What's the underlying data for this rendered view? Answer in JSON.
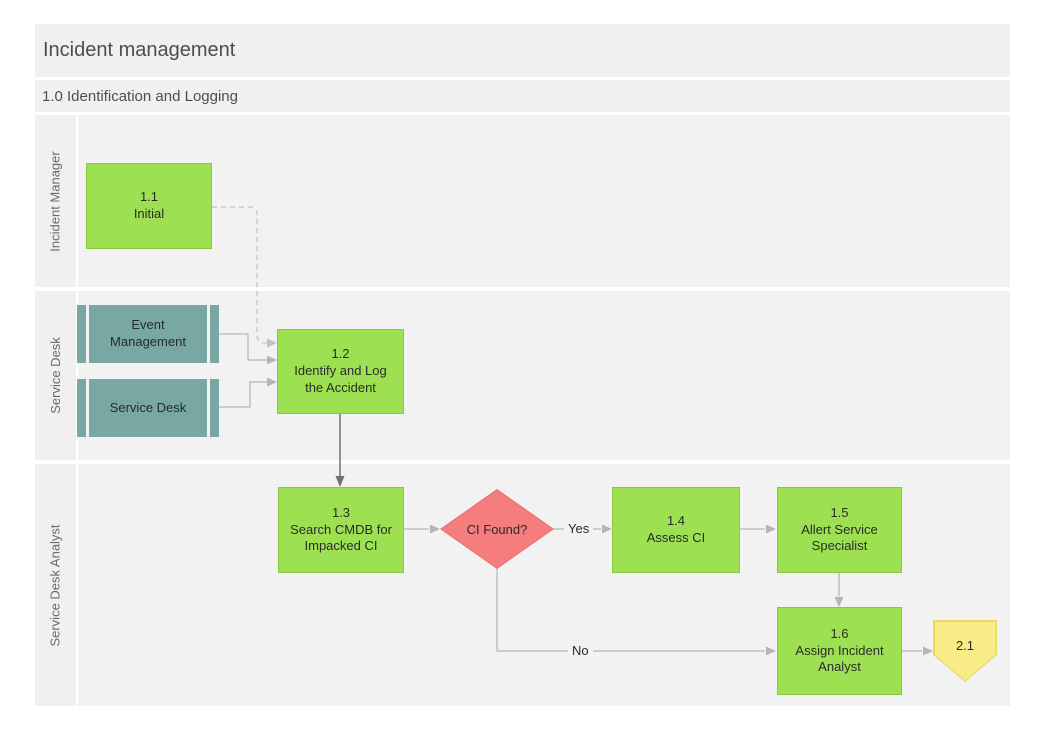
{
  "header": {
    "title": "Incident management",
    "subtitle": "1.0 Identification and Logging"
  },
  "lanes": [
    {
      "label": "Incident Manager"
    },
    {
      "label": "Service Desk"
    },
    {
      "label": "Service Desk Analyst"
    }
  ],
  "nodes": {
    "initial": {
      "id": "1.1",
      "label": "Initial"
    },
    "event_mgmt": {
      "label": "Event Management"
    },
    "service_desk": {
      "label": "Service Desk"
    },
    "identify_log": {
      "id": "1.2",
      "label": "Identify and Log the Accident"
    },
    "search_cmdb": {
      "id": "1.3",
      "label": "Search CMDB for Impacked CI"
    },
    "decision": {
      "label": "CI Found?"
    },
    "assess_ci": {
      "id": "1.4",
      "label": "Assess CI"
    },
    "alert_specialist": {
      "id": "1.5",
      "label": "Allert Service Specialist"
    },
    "assign_analyst": {
      "id": "1.6",
      "label": "Assign Incident Analyst"
    },
    "offpage_connector": {
      "id": "2.1"
    }
  },
  "edges": {
    "yes_label": "Yes",
    "no_label": "No"
  },
  "colors": {
    "process_fill": "#9de153",
    "external_fill": "#78a7a4",
    "decision_fill": "#f57d7d",
    "offpage_fill": "#f7ec85",
    "connector": "#bfbfbf",
    "connector_dark": "#6f6f6f",
    "lane_bg": "#f2f2f2",
    "band_bg": "#f0f0f0"
  }
}
